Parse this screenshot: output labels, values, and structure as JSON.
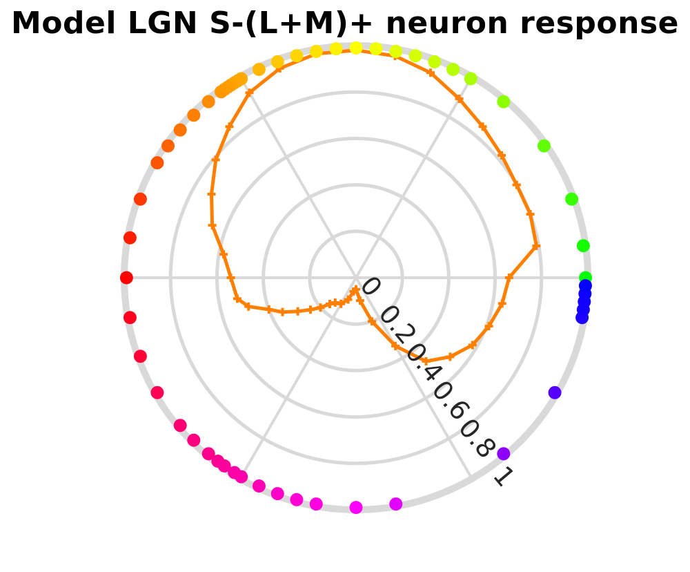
{
  "chart_data": {
    "type": "polar-line",
    "title": "Model LGN S-(L+M)+ neuron response",
    "r_ticks": [
      0,
      0.2,
      0.4,
      0.6,
      0.8,
      1
    ],
    "r_tick_labels": [
      "0",
      "0.2",
      "0.4",
      "0.6",
      "0.8",
      "1"
    ],
    "rlim": [
      0,
      1
    ],
    "angle_spokes_deg": [
      0,
      60,
      120,
      180,
      240,
      300
    ],
    "grid": true,
    "colors": {
      "response_line": "#ff8000",
      "grid": "#d9d9d9"
    },
    "response": {
      "angle_deg": [
        0,
        10,
        20,
        30,
        40,
        50,
        60,
        70,
        80,
        90,
        100,
        110,
        120,
        130,
        140,
        150,
        160,
        170,
        180,
        190,
        195,
        200,
        205,
        210,
        215,
        220,
        225,
        230,
        240,
        250,
        260,
        270,
        280,
        290,
        300,
        310,
        320,
        330,
        340,
        350
      ],
      "r": [
        0.66,
        0.79,
        0.8,
        0.8,
        0.82,
        0.85,
        0.89,
        0.94,
        0.97,
        0.98,
        0.98,
        0.96,
        0.92,
        0.85,
        0.79,
        0.72,
        0.66,
        0.58,
        0.54,
        0.52,
        0.48,
        0.4,
        0.35,
        0.29,
        0.24,
        0.2,
        0.16,
        0.14,
        0.13,
        0.1,
        0.06,
        0.05,
        0.1,
        0.2,
        0.34,
        0.47,
        0.53,
        0.58,
        0.61,
        0.64
      ]
    },
    "color_markers": {
      "r": 0.99,
      "angle_deg": [
        0,
        8,
        20,
        35,
        50,
        60,
        65,
        70,
        75,
        80,
        85,
        90,
        95,
        100,
        105,
        110,
        115,
        120,
        121,
        122,
        123,
        124,
        125,
        126,
        130,
        135,
        140,
        145,
        150,
        160,
        170,
        180,
        190,
        200,
        210,
        220,
        225,
        230,
        233,
        235,
        238,
        240,
        245,
        250,
        255,
        260,
        270,
        280,
        310,
        330,
        350,
        352,
        354,
        356,
        358
      ]
    }
  }
}
